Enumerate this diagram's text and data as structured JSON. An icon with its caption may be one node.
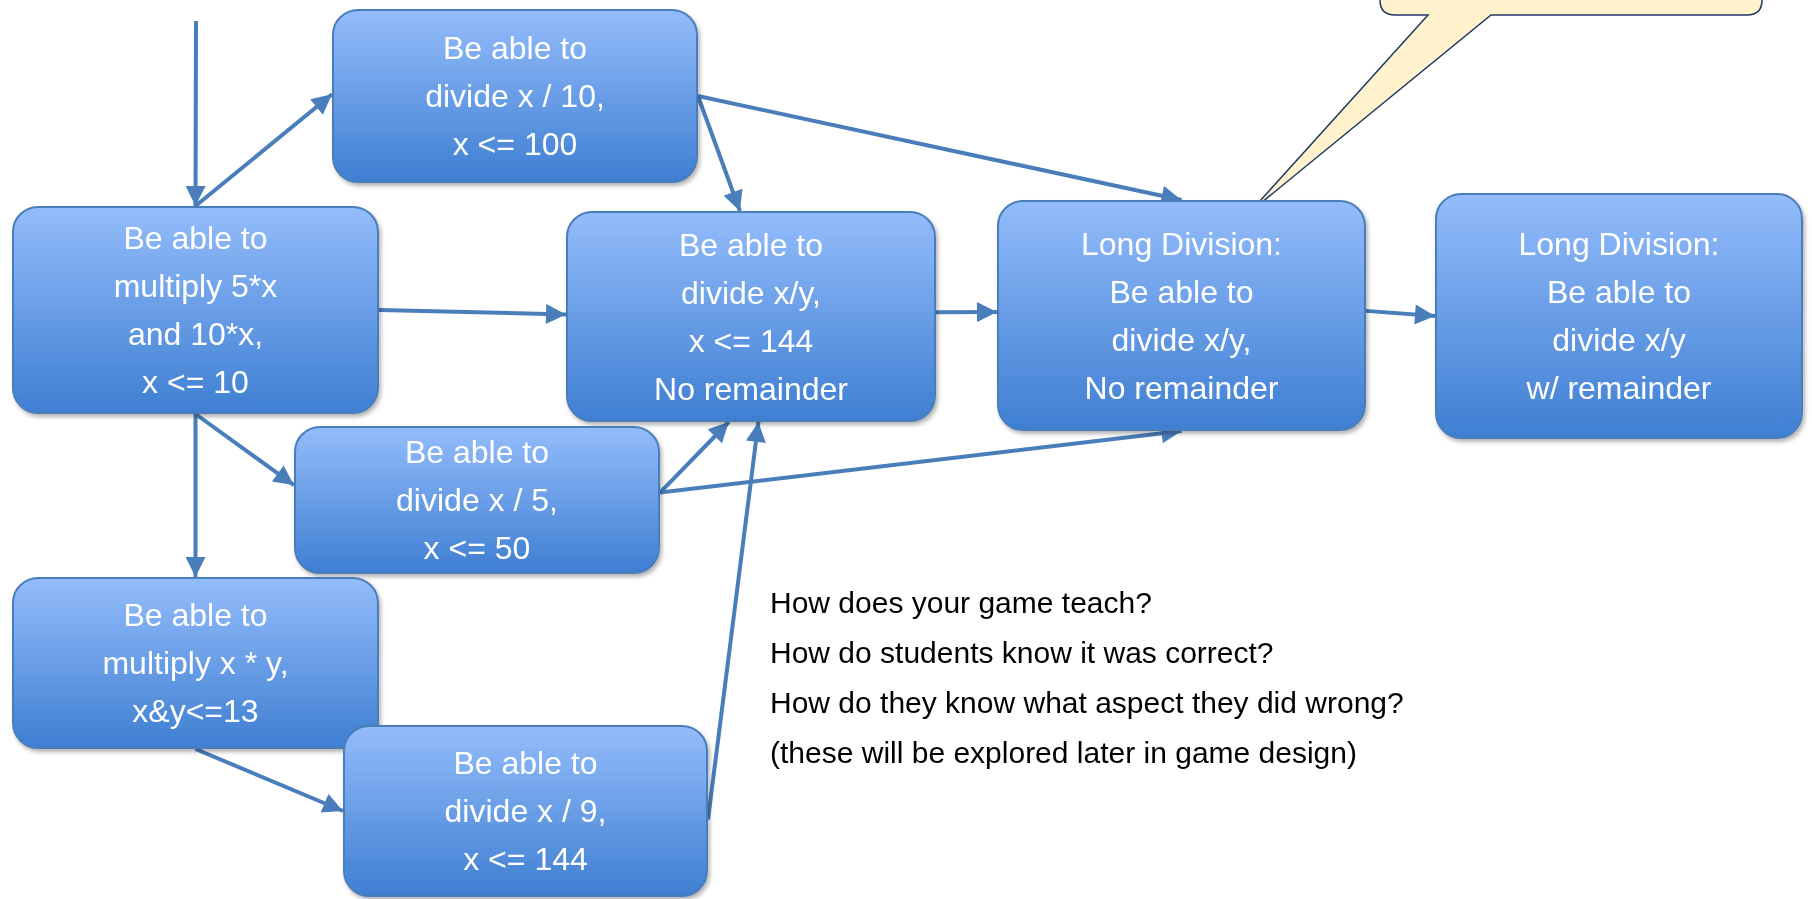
{
  "diagram": {
    "nodes": [
      {
        "text": [
          "Be able to multiply 5*x and 10*x, x <= 10"
        ]
      },
      {
        "text": [
          "Be able to divide x / 10, x <= 100"
        ]
      },
      {
        "text": [
          "Be able to divide x/y, x <= 144 No remainder"
        ]
      },
      {
        "text": [
          "Be able to divide x / 5, x <= 50"
        ]
      },
      {
        "text": [
          "Be able to multiply x * y, x&y<=13"
        ]
      },
      {
        "text": [
          "Be able to divide x / 9, x <= 144"
        ]
      },
      {
        "text": [
          "Long Division: Be able to divide x/y, No remainder"
        ]
      },
      {
        "text": [
          "Long Division: Be able to divide x/y w/ remainder"
        ]
      },
      {
        "text": [],
        "shape": "callout"
      }
    ],
    "edges": [
      {
        "from": null,
        "to": 0,
        "arrow": "to"
      },
      {
        "from": 0,
        "to": 1,
        "arrow": "to"
      },
      {
        "from": 1,
        "to": 2,
        "arrow": "to"
      },
      {
        "from": 1,
        "to": 6,
        "arrow": "to"
      },
      {
        "from": 0,
        "to": 2,
        "arrow": "to"
      },
      {
        "from": 0,
        "to": 3,
        "arrow": "to"
      },
      {
        "from": 0,
        "to": 4,
        "arrow": "to"
      },
      {
        "from": 3,
        "to": 2,
        "arrow": "to"
      },
      {
        "from": 3,
        "to": 6,
        "arrow": "to"
      },
      {
        "from": 4,
        "to": 5,
        "arrow": "to"
      },
      {
        "from": 5,
        "to": 2,
        "arrow": "to"
      },
      {
        "from": 2,
        "to": 6,
        "arrow": "to"
      },
      {
        "from": 6,
        "to": 7,
        "arrow": "to"
      }
    ],
    "labels": [
      "How does your game teach?",
      "How do students know it was correct?",
      "How do they know what aspect they did wrong?",
      "(these will be explored later in game design)"
    ]
  }
}
